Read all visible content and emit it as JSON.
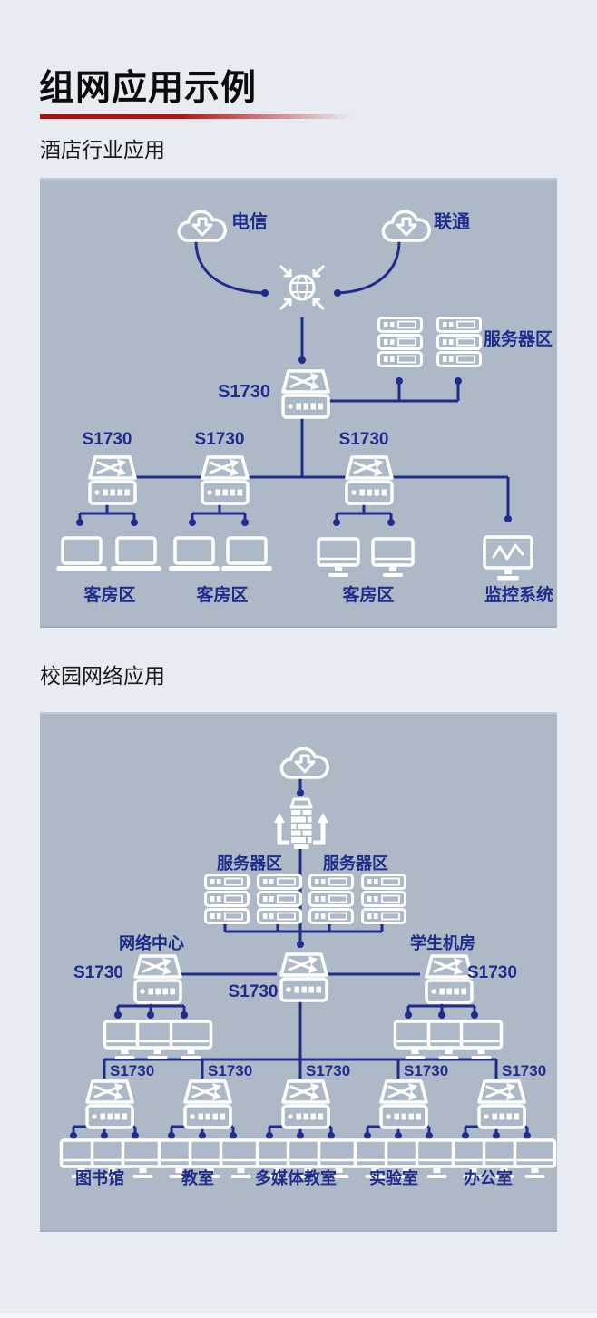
{
  "page": {
    "title": "组网应用示例"
  },
  "colors": {
    "accent_red": "#aa1113",
    "navy_line": "#1f2c8c",
    "panel_bg": "#aeb9c8",
    "page_bg": "#e9ebf2",
    "icon_white": "#ffffff"
  },
  "icons": {
    "cloud-download-icon": "cloud outline with down arrow",
    "globe-icon": "globe with four inward arrows",
    "switch-icon": "crossed-arrows switch with port row",
    "server-icon": "stack of three rack servers",
    "laptop-icon": "laptop outline",
    "monitor-icon": "desktop monitor outline",
    "monitor-wave-icon": "monitor with waveform line",
    "gateway-icon": "brick tower with two up arrows"
  },
  "hotel": {
    "section_title": "酒店行业应用",
    "isp_left": "电信",
    "isp_right": "联通",
    "core_switch": "S1730",
    "server_area": "服务器区",
    "access_switches": [
      "S1730",
      "S1730",
      "S1730"
    ],
    "zones": [
      "客房区",
      "客房区",
      "客房区"
    ],
    "monitor_zone": "监控系统"
  },
  "campus": {
    "section_title": "校园网络应用",
    "server_areas": [
      "服务器区",
      "服务器区"
    ],
    "core_switch": "S1730",
    "network_center": {
      "title": "网络中心",
      "switch": "S1730"
    },
    "student_room": {
      "title": "学生机房",
      "switch": "S1730"
    },
    "access_switches": [
      "S1730",
      "S1730",
      "S1730",
      "S1730",
      "S1730"
    ],
    "rooms": [
      "图书馆",
      "教室",
      "多媒体教室",
      "实验室",
      "办公室"
    ]
  }
}
